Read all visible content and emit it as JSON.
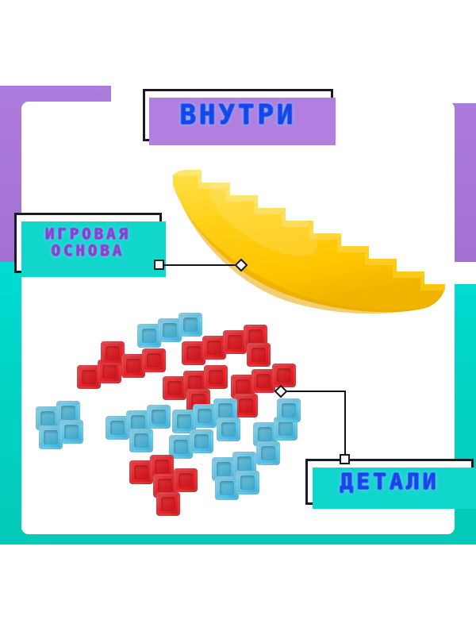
{
  "poster": {
    "title": "ВНУТРИ",
    "background_color": "#ffffff",
    "frame_purple": "#a97bd9",
    "frame_teal": "#00d9cc",
    "card_color": "#ffffff"
  },
  "callouts": [
    {
      "id": "base",
      "line1": "ИГРОВАЯ",
      "line2": "ОСНОВА",
      "text_color": "#7b46c9",
      "glow_color": "#59dff0",
      "shadow_color": "#11d6cc",
      "points_to": "yellow-rocker-base"
    },
    {
      "id": "parts",
      "line1": "ДЕТАЛИ",
      "text_color": "#1745e8",
      "glow_color": "#9fc8ff",
      "shadow_color": "#11d6cc",
      "points_to": "tetromino-blocks"
    }
  ],
  "product": {
    "base": {
      "name": "yellow-rocker-base",
      "color": "#ffcc0a",
      "shape": "curved rocker with stepped notches",
      "notch_count": 9
    },
    "blocks": {
      "name": "tetromino-blocks",
      "red_color": "#ec2229",
      "blue_color": "#5cc6e9",
      "total_count": 13,
      "pieces": [
        {
          "shape": "I",
          "color": "blue"
        },
        {
          "shape": "L",
          "color": "red"
        },
        {
          "shape": "S",
          "color": "red"
        },
        {
          "shape": "T",
          "color": "red"
        },
        {
          "shape": "S",
          "color": "red"
        },
        {
          "shape": "O",
          "color": "blue"
        },
        {
          "shape": "T",
          "color": "blue"
        },
        {
          "shape": "L",
          "color": "blue"
        },
        {
          "shape": "T",
          "color": "blue"
        },
        {
          "shape": "J",
          "color": "blue"
        },
        {
          "shape": "O",
          "color": "blue"
        },
        {
          "shape": "S",
          "color": "red"
        },
        {
          "shape": "O",
          "color": "blue"
        }
      ]
    }
  }
}
